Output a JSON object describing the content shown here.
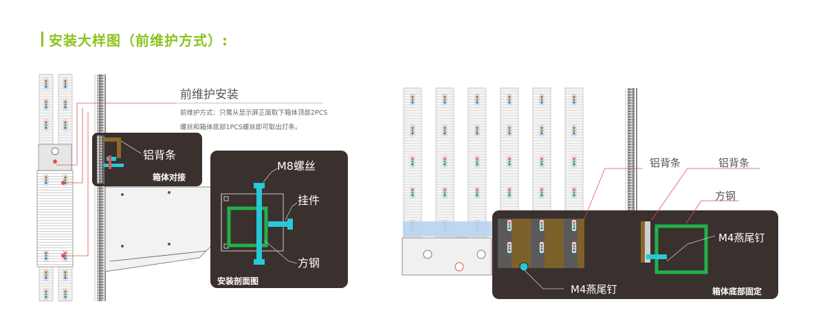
{
  "header": {
    "title": "安装大样图（前维护方式）:"
  },
  "left": {
    "heading": "前维护安装",
    "desc_line1": "前维护方式：只需从显示屏正面取下箱体顶部2PCS",
    "desc_line2": "螺丝和箱体底部1PCS螺丝即可取出灯条。",
    "box1": {
      "label_strip": "铝背条",
      "caption": "箱体对接"
    },
    "box2": {
      "label_screw": "M8螺丝",
      "label_hanger": "挂件",
      "label_steel": "方钢",
      "caption": "安装剖面图"
    }
  },
  "right": {
    "label_strip_a": "铝背条",
    "label_strip_b": "铝背条",
    "label_steel": "方钢",
    "label_nail_a": "M4燕尾钉",
    "label_nail_b": "M4燕尾钉",
    "caption": "箱体底部固定"
  },
  "colors": {
    "accent_green": "#8dc21f",
    "panel_dark": "#3a302e",
    "steel_green": "#22b14c",
    "screw_cyan": "#28c8d8",
    "leader_red": "#e05050",
    "strip_brown": "#8a6a2a",
    "highlight_blue": "#b8d4f0"
  }
}
